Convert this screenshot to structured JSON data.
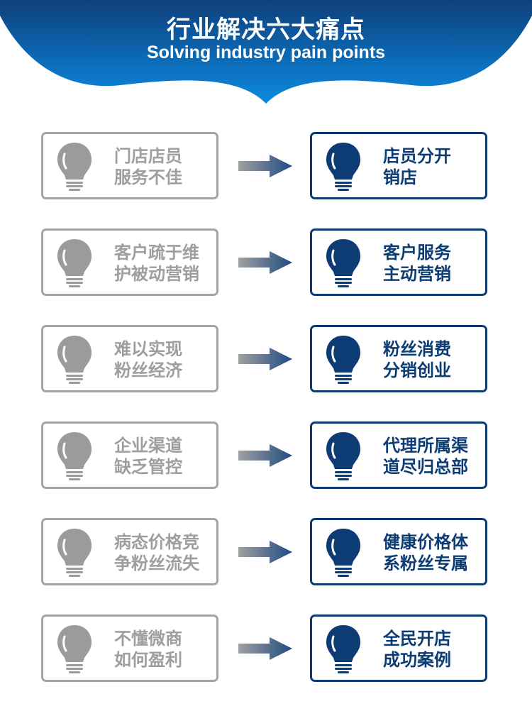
{
  "header": {
    "title_cn": "行业解决六大痛点",
    "title_en": "Solving industry pain points"
  },
  "colors": {
    "header_top": "#0e3f7c",
    "header_bottom": "#0b8be0",
    "pain_border": "#a3a3a3",
    "pain_text": "#9e9e9e",
    "solution": "#0d3c74",
    "arrow_start": "#a0a0a0",
    "arrow_end": "#1f4b80"
  },
  "rows": [
    {
      "pain": {
        "line1": "门店店员",
        "line2": "服务不佳",
        "icon": "lightbulb-icon"
      },
      "solution": {
        "line1": "店员分开",
        "line2": "销店",
        "icon": "lightbulb-icon"
      }
    },
    {
      "pain": {
        "line1": "客户疏于维",
        "line2": "护被动营销",
        "icon": "lightbulb-icon"
      },
      "solution": {
        "line1": "客户服务",
        "line2": "主动营销",
        "icon": "lightbulb-icon"
      }
    },
    {
      "pain": {
        "line1": "难以实现",
        "line2": "粉丝经济",
        "icon": "lightbulb-icon"
      },
      "solution": {
        "line1": "粉丝消费",
        "line2": "分销创业",
        "icon": "lightbulb-icon"
      }
    },
    {
      "pain": {
        "line1": "企业渠道",
        "line2": "缺乏管控",
        "icon": "lightbulb-icon"
      },
      "solution": {
        "line1": "代理所属渠",
        "line2": "道尽归总部",
        "icon": "lightbulb-icon"
      }
    },
    {
      "pain": {
        "line1": "病态价格竞",
        "line2": "争粉丝流失",
        "icon": "lightbulb-icon"
      },
      "solution": {
        "line1": "健康价格体",
        "line2": "系粉丝专属",
        "icon": "lightbulb-icon"
      }
    },
    {
      "pain": {
        "line1": "不懂微商",
        "line2": "如何盈利",
        "icon": "lightbulb-icon"
      },
      "solution": {
        "line1": "全民开店",
        "line2": "成功案例",
        "icon": "lightbulb-icon"
      }
    }
  ]
}
